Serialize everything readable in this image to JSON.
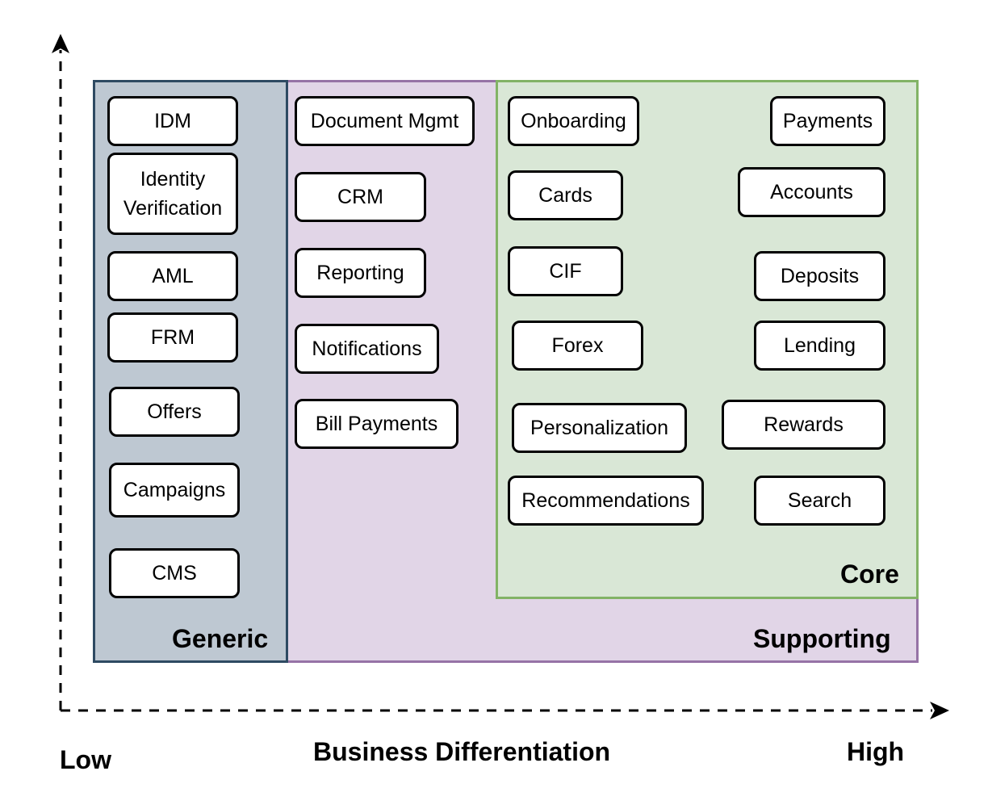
{
  "diagram": {
    "regions": {
      "generic": {
        "label": "Generic",
        "fill": "#bec8d2",
        "stroke": "#2e4a62"
      },
      "supporting": {
        "label": "Supporting",
        "fill": "#e1d5e7",
        "stroke": "#9673a6"
      },
      "core": {
        "label": "Core",
        "fill": "#d9e7d6",
        "stroke": "#82b366"
      }
    },
    "generic_items": [
      "IDM",
      "Identity Verification",
      "AML",
      "FRM",
      "Offers",
      "Campaigns",
      "CMS"
    ],
    "supporting_items": [
      "Document Mgmt",
      "CRM",
      "Reporting",
      "Notifications",
      "Bill Payments"
    ],
    "core_items_left": [
      "Onboarding",
      "Cards",
      "CIF",
      "Forex",
      "Personalization",
      "Recommendations"
    ],
    "core_items_right": [
      "Payments",
      "Accounts",
      "Deposits",
      "Lending",
      "Rewards",
      "Search"
    ],
    "axis": {
      "x_title": "Business Differentiation",
      "x_low": "Low",
      "x_high": "High"
    }
  }
}
